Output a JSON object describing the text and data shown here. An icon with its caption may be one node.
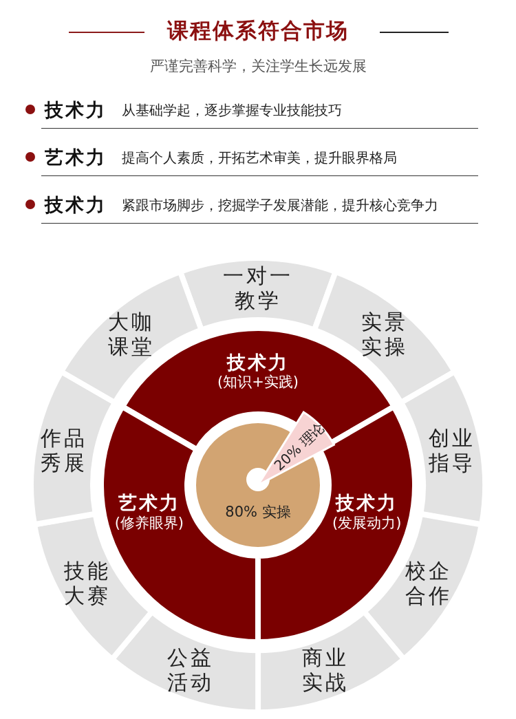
{
  "diagram": {
    "title": "课程体系符合市场",
    "nodes": [
      {
        "text": [
          "一对一教学"
        ]
      },
      {
        "text": [
          "实景实操"
        ]
      },
      {
        "text": [
          "创业指导"
        ]
      },
      {
        "text": [
          "校企合作"
        ]
      },
      {
        "text": [
          "商业实战"
        ]
      },
      {
        "text": [
          "公益活动"
        ]
      },
      {
        "text": [
          "技能大赛"
        ]
      },
      {
        "text": [
          "作品秀展"
        ]
      },
      {
        "text": [
          "大咖课堂"
        ]
      },
      {
        "text": [
          "技术力",
          "(知识+实践)"
        ]
      },
      {
        "text": [
          "艺术力",
          "(修养眼界)"
        ]
      },
      {
        "text": [
          "技术力",
          "(发展动力)"
        ]
      },
      {
        "text": [
          "20% 理论"
        ]
      },
      {
        "text": [
          "80% 实操"
        ]
      }
    ],
    "labels": [
      "严谨完善科学，关注学生长远发展",
      "技术力",
      "从基础学起，逐步掌握专业技能技巧",
      "艺术力",
      "提高个人素质，开拓艺术审美，提升眼界格局",
      "技术力",
      "紧跟市场脚步，挖掘学子发展潜能，提升核心竞争力"
    ]
  }
}
